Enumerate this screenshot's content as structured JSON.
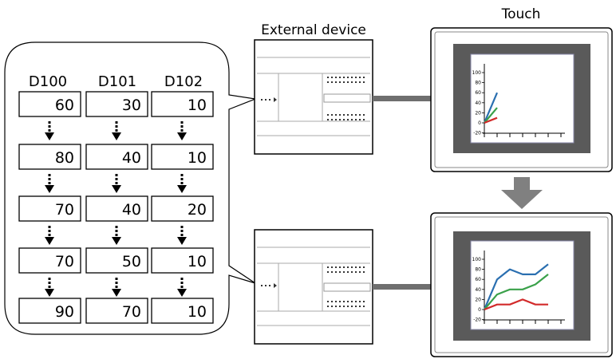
{
  "labels": {
    "external_device": "External device",
    "touch": "Touch"
  },
  "registers": {
    "headers": [
      "D100",
      "D101",
      "D102"
    ],
    "rows": [
      [
        "60",
        "30",
        "10"
      ],
      [
        "80",
        "40",
        "10"
      ],
      [
        "70",
        "40",
        "20"
      ],
      [
        "70",
        "50",
        "10"
      ],
      [
        "90",
        "70",
        "10"
      ]
    ]
  },
  "screen_charts": {
    "y_ticks": [
      "100",
      "80",
      "60",
      "40",
      "20",
      "0",
      "-20"
    ],
    "top": {
      "series": [
        {
          "color": "#2a6fb0",
          "values": [
            0,
            60
          ]
        },
        {
          "color": "#3aa14a",
          "values": [
            0,
            30
          ]
        },
        {
          "color": "#d22a2a",
          "values": [
            0,
            10
          ]
        }
      ]
    },
    "bottom": {
      "series": [
        {
          "color": "#2a6fb0",
          "values": [
            0,
            60,
            80,
            70,
            70,
            90
          ]
        },
        {
          "color": "#3aa14a",
          "values": [
            0,
            30,
            40,
            40,
            50,
            70
          ]
        },
        {
          "color": "#d22a2a",
          "values": [
            0,
            10,
            10,
            20,
            10,
            10
          ]
        }
      ]
    }
  },
  "colors": {
    "bezel": "#5a5a5a",
    "connector": "#707070",
    "arrow": "#808080"
  }
}
